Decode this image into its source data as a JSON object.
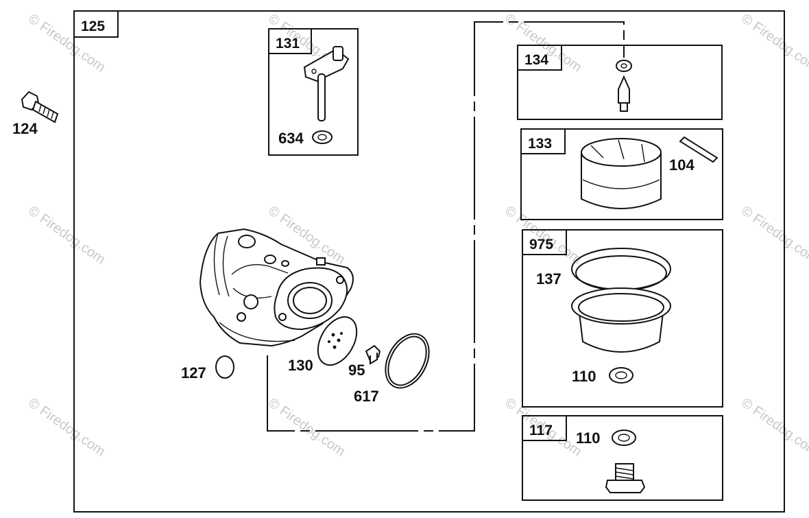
{
  "watermark": "© Firedog.com",
  "assembly": {
    "label": "125"
  },
  "loose_parts": {
    "bolt": "124",
    "plug": "127",
    "gasket_plate": "130",
    "screw": "95",
    "o_ring": "617"
  },
  "boxes": [
    {
      "id": "131",
      "items": [
        "634"
      ]
    },
    {
      "id": "134",
      "items": []
    },
    {
      "id": "133",
      "items": [
        "104"
      ]
    },
    {
      "id": "975",
      "items": [
        "137",
        "110"
      ]
    },
    {
      "id": "117",
      "items": [
        "110"
      ]
    }
  ]
}
